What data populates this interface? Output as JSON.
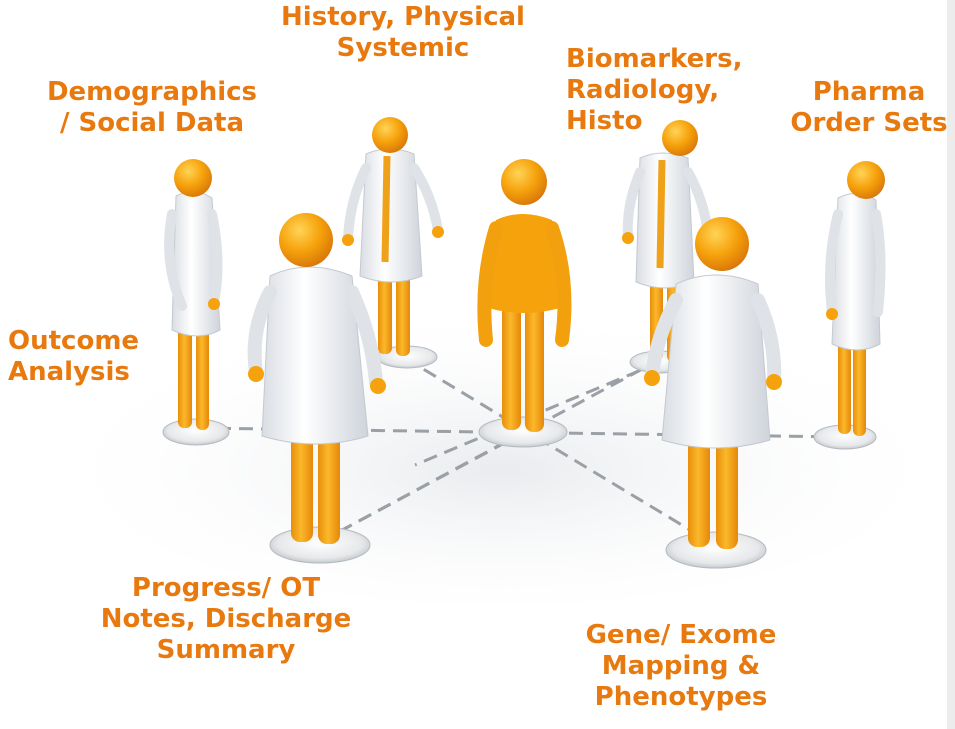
{
  "labels": {
    "history": [
      "History, Physical",
      "Systemic"
    ],
    "demographics": [
      "Demographics",
      "/ Social Data"
    ],
    "biomarkers": [
      "Biomarkers,",
      "Radiology,",
      "Histo"
    ],
    "pharma": [
      "Pharma",
      "Order Sets"
    ],
    "outcome": [
      "Outcome",
      "Analysis"
    ],
    "progress": [
      "Progress/ OT",
      "Notes, Discharge",
      "Summary"
    ],
    "gene": [
      "Gene/ Exome",
      "Mapping &",
      "Phenotypes"
    ]
  },
  "colors": {
    "label_orange": "#e8790f",
    "figure_orange": "#f6a20c",
    "coat_white": "#f3f5f8",
    "network_line": "#9aa0a6"
  }
}
